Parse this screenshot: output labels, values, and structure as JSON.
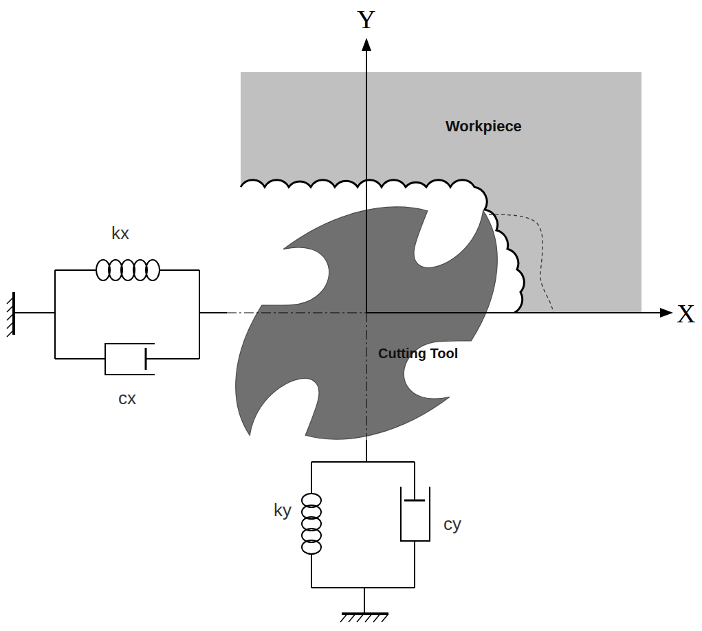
{
  "diagram": {
    "nodes": [
      {
        "text": [
          "Workpiece"
        ]
      },
      {
        "text": [
          "Cutting Tool"
        ]
      }
    ],
    "labels": [
      "Y",
      "X",
      "kx",
      "cx",
      "ky",
      "cy"
    ]
  }
}
